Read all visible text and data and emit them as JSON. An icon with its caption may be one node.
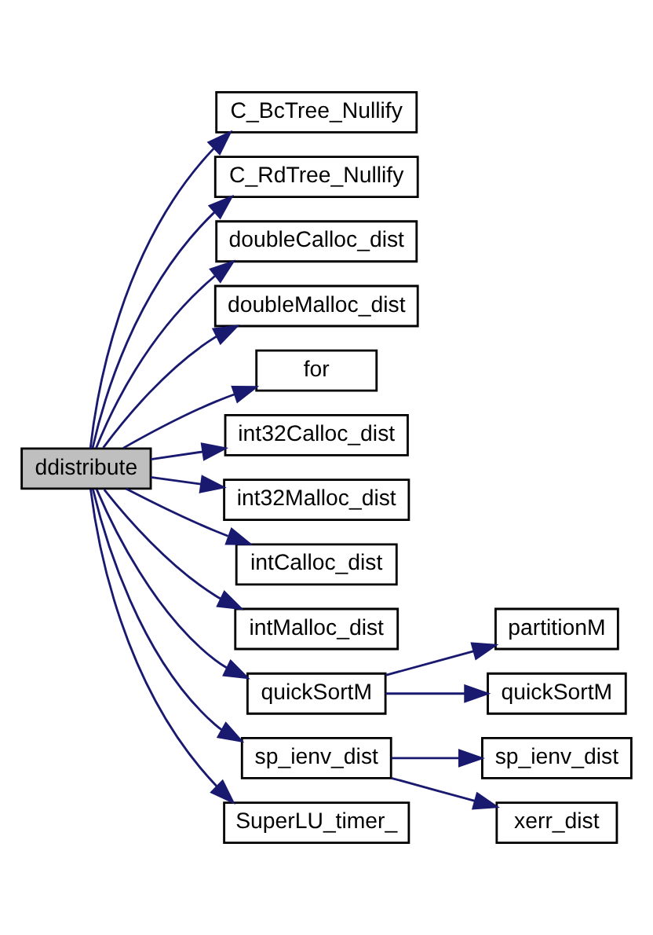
{
  "diagram": {
    "nodes": [
      {
        "text": [
          "ddistribute"
        ]
      },
      {
        "text": [
          "C_BcTree_Nullify"
        ]
      },
      {
        "text": [
          "C_RdTree_Nullify"
        ]
      },
      {
        "text": [
          "doubleCalloc_dist"
        ]
      },
      {
        "text": [
          "doubleMalloc_dist"
        ]
      },
      {
        "text": [
          "for"
        ]
      },
      {
        "text": [
          "int32Calloc_dist"
        ]
      },
      {
        "text": [
          "int32Malloc_dist"
        ]
      },
      {
        "text": [
          "intCalloc_dist"
        ]
      },
      {
        "text": [
          "intMalloc_dist"
        ]
      },
      {
        "text": [
          "quickSortM"
        ]
      },
      {
        "text": [
          "partitionM"
        ]
      },
      {
        "text": [
          "quickSortM"
        ]
      },
      {
        "text": [
          "sp_ienv_dist"
        ]
      },
      {
        "text": [
          "sp_ienv_dist"
        ]
      },
      {
        "text": [
          "xerr_dist"
        ]
      },
      {
        "text": [
          "SuperLU_timer_"
        ]
      }
    ],
    "edges": [
      {
        "from": 0,
        "to": 1,
        "arrow": "to"
      },
      {
        "from": 0,
        "to": 2,
        "arrow": "to"
      },
      {
        "from": 0,
        "to": 3,
        "arrow": "to"
      },
      {
        "from": 0,
        "to": 4,
        "arrow": "to"
      },
      {
        "from": 0,
        "to": 5,
        "arrow": "to"
      },
      {
        "from": 0,
        "to": 6,
        "arrow": "to"
      },
      {
        "from": 0,
        "to": 7,
        "arrow": "to"
      },
      {
        "from": 0,
        "to": 8,
        "arrow": "to"
      },
      {
        "from": 0,
        "to": 9,
        "arrow": "to"
      },
      {
        "from": 0,
        "to": 10,
        "arrow": "to"
      },
      {
        "from": 0,
        "to": 13,
        "arrow": "to"
      },
      {
        "from": 0,
        "to": 16,
        "arrow": "to"
      },
      {
        "from": 10,
        "to": 11,
        "arrow": "to"
      },
      {
        "from": 10,
        "to": 12,
        "arrow": "to"
      },
      {
        "from": 13,
        "to": 14,
        "arrow": "to"
      },
      {
        "from": 13,
        "to": 15,
        "arrow": "to"
      }
    ]
  }
}
